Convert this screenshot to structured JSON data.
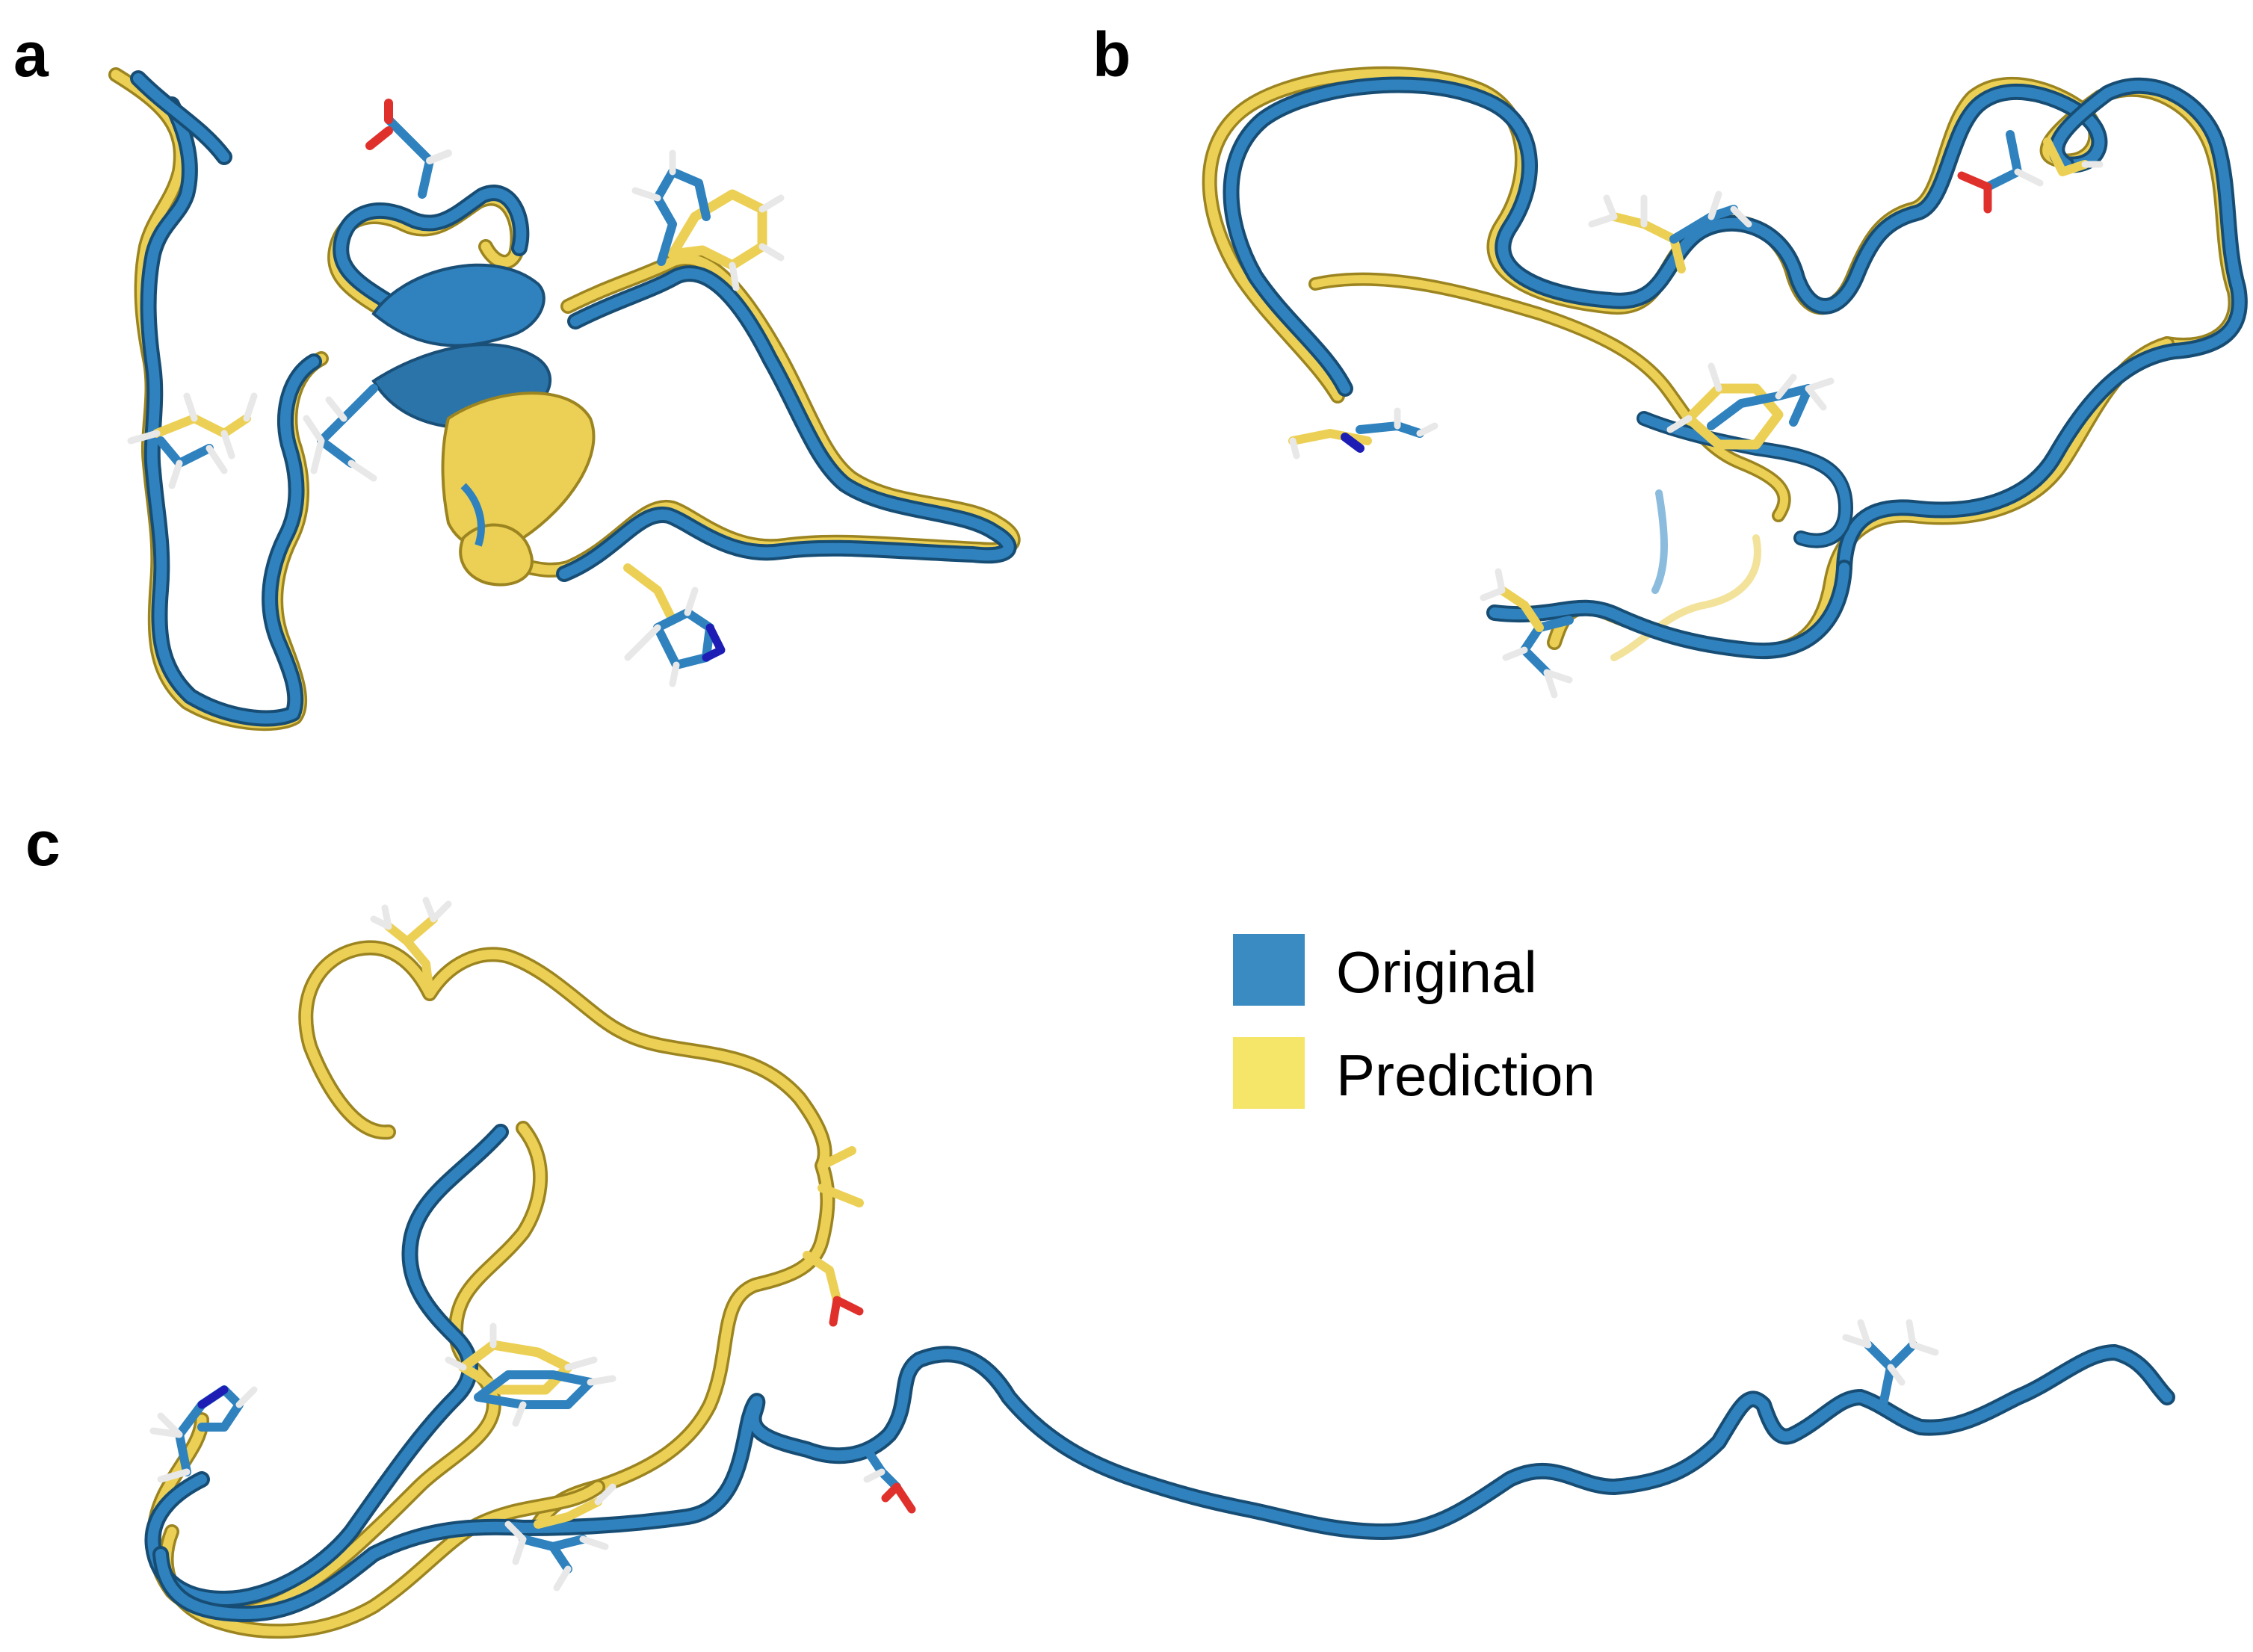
{
  "panels": [
    {
      "label": "a"
    },
    {
      "label": "b"
    },
    {
      "label": "c"
    }
  ],
  "legend": {
    "items": [
      {
        "label": "Original",
        "color": "#3a8bc2"
      },
      {
        "label": "Prediction",
        "color": "#f5e66a"
      }
    ]
  },
  "colors": {
    "original": "#2f82bd",
    "original_dark": "#1f5f8c",
    "prediction": "#ecd055",
    "prediction_dark": "#b39a2c",
    "nitrogen": "#1d1db5",
    "oxygen": "#e0302c",
    "hydrogen": "#e8e8e8"
  }
}
